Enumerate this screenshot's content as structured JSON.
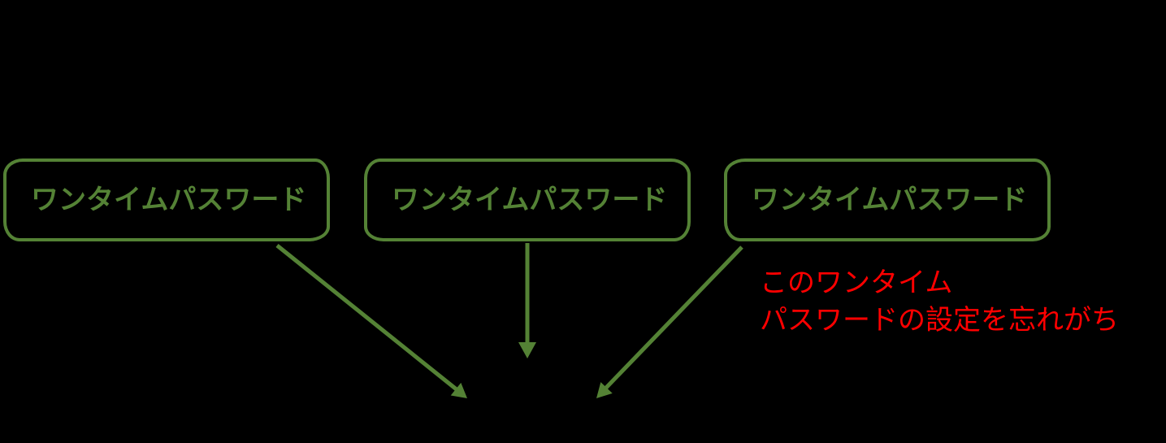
{
  "colors": {
    "green": "#548235",
    "red": "#ff0000",
    "background": "#000000"
  },
  "diagram": {
    "boxes": [
      {
        "label": "ワンタイムパスワード"
      },
      {
        "label": "ワンタイムパスワード"
      },
      {
        "label": "ワンタイムパスワード"
      }
    ],
    "annotation": {
      "line1": "このワンタイム",
      "line2": "パスワードの設定を忘れがち"
    }
  }
}
